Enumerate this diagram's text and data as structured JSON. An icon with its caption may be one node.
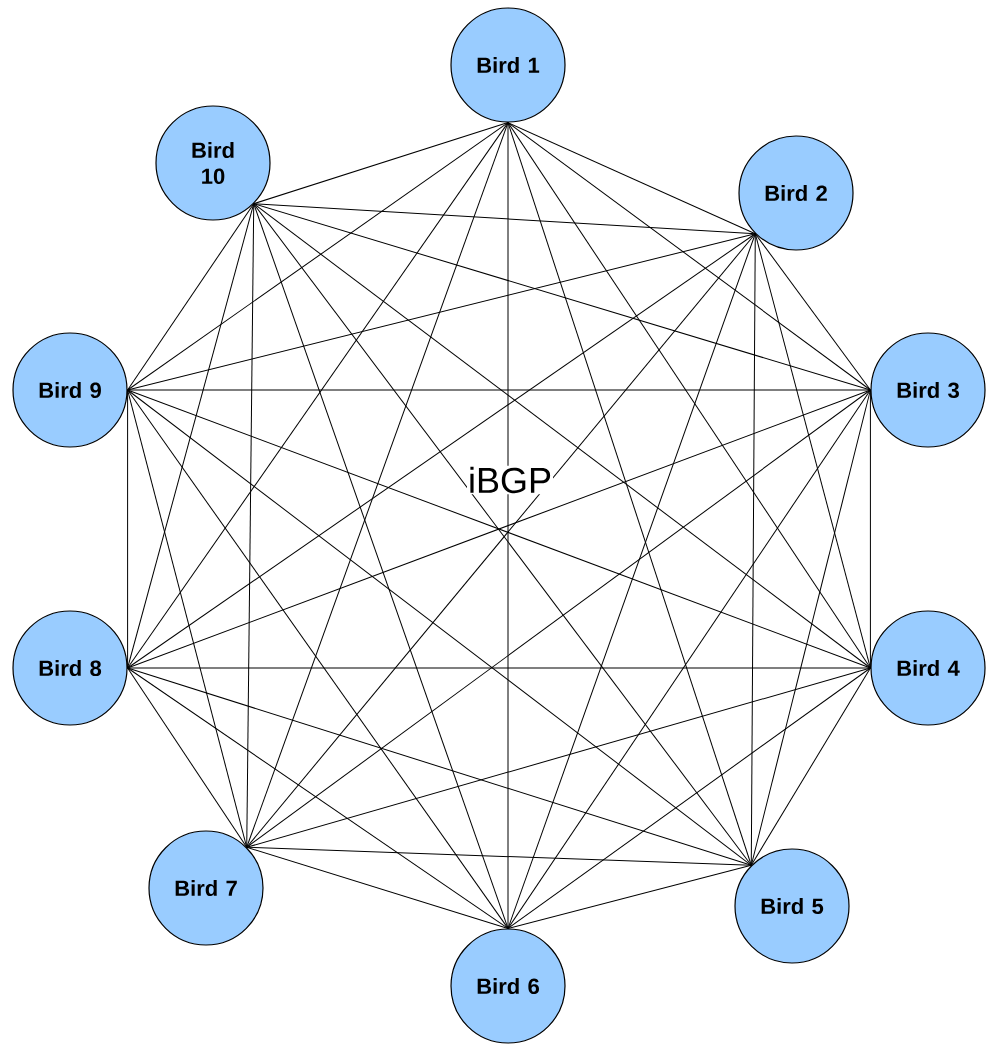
{
  "diagram": {
    "nodes": [
      {
        "text": [
          "Bird 1"
        ]
      },
      {
        "text": [
          "Bird 2"
        ]
      },
      {
        "text": [
          "Bird 3"
        ]
      },
      {
        "text": [
          "Bird 4"
        ]
      },
      {
        "text": [
          "Bird 5"
        ]
      },
      {
        "text": [
          "Bird 6"
        ]
      },
      {
        "text": [
          "Bird 7"
        ]
      },
      {
        "text": [
          "Bird 8"
        ]
      },
      {
        "text": [
          "Bird 9"
        ]
      },
      {
        "text": [
          "Bird 10"
        ]
      }
    ],
    "edges": [
      {
        "from": 0,
        "to": 1,
        "arrow": "none"
      },
      {
        "from": 0,
        "to": 2,
        "arrow": "none"
      },
      {
        "from": 0,
        "to": 3,
        "arrow": "none"
      },
      {
        "from": 0,
        "to": 4,
        "arrow": "none"
      },
      {
        "from": 0,
        "to": 5,
        "arrow": "none"
      },
      {
        "from": 0,
        "to": 6,
        "arrow": "none"
      },
      {
        "from": 0,
        "to": 7,
        "arrow": "none"
      },
      {
        "from": 0,
        "to": 8,
        "arrow": "none"
      },
      {
        "from": 0,
        "to": 9,
        "arrow": "none"
      },
      {
        "from": 1,
        "to": 2,
        "arrow": "none"
      },
      {
        "from": 1,
        "to": 3,
        "arrow": "none"
      },
      {
        "from": 1,
        "to": 4,
        "arrow": "none"
      },
      {
        "from": 1,
        "to": 5,
        "arrow": "none"
      },
      {
        "from": 1,
        "to": 6,
        "arrow": "none"
      },
      {
        "from": 1,
        "to": 7,
        "arrow": "none"
      },
      {
        "from": 1,
        "to": 8,
        "arrow": "none"
      },
      {
        "from": 1,
        "to": 9,
        "arrow": "none"
      },
      {
        "from": 2,
        "to": 3,
        "arrow": "none"
      },
      {
        "from": 2,
        "to": 4,
        "arrow": "none"
      },
      {
        "from": 2,
        "to": 5,
        "arrow": "none"
      },
      {
        "from": 2,
        "to": 6,
        "arrow": "none"
      },
      {
        "from": 2,
        "to": 7,
        "arrow": "none"
      },
      {
        "from": 2,
        "to": 8,
        "arrow": "none"
      },
      {
        "from": 2,
        "to": 9,
        "arrow": "none"
      },
      {
        "from": 3,
        "to": 4,
        "arrow": "none"
      },
      {
        "from": 3,
        "to": 5,
        "arrow": "none"
      },
      {
        "from": 3,
        "to": 6,
        "arrow": "none"
      },
      {
        "from": 3,
        "to": 7,
        "arrow": "none"
      },
      {
        "from": 3,
        "to": 8,
        "arrow": "none"
      },
      {
        "from": 3,
        "to": 9,
        "arrow": "none"
      },
      {
        "from": 4,
        "to": 5,
        "arrow": "none"
      },
      {
        "from": 4,
        "to": 6,
        "arrow": "none"
      },
      {
        "from": 4,
        "to": 7,
        "arrow": "none"
      },
      {
        "from": 4,
        "to": 8,
        "arrow": "none"
      },
      {
        "from": 4,
        "to": 9,
        "arrow": "none"
      },
      {
        "from": 5,
        "to": 6,
        "arrow": "none"
      },
      {
        "from": 5,
        "to": 7,
        "arrow": "none"
      },
      {
        "from": 5,
        "to": 8,
        "arrow": "none"
      },
      {
        "from": 5,
        "to": 9,
        "arrow": "none"
      },
      {
        "from": 6,
        "to": 7,
        "arrow": "none"
      },
      {
        "from": 6,
        "to": 8,
        "arrow": "none"
      },
      {
        "from": 6,
        "to": 9,
        "arrow": "none"
      },
      {
        "from": 7,
        "to": 8,
        "arrow": "none"
      },
      {
        "from": 7,
        "to": 9,
        "arrow": "none"
      },
      {
        "from": 8,
        "to": 9,
        "arrow": "none"
      }
    ],
    "labels": [
      "iBGP"
    ]
  }
}
